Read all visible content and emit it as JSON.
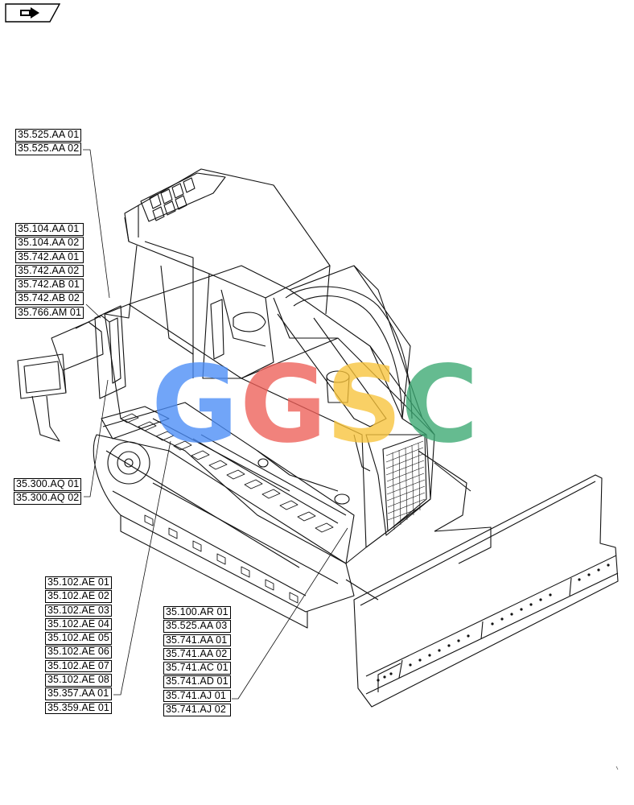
{
  "navigation": {
    "icon": "arrow-right-icon"
  },
  "watermark": {
    "letters": [
      "G",
      "G",
      "S",
      "C"
    ],
    "colors": [
      "#4a8cf7",
      "#ee5f58",
      "#f8c33a",
      "#3aa872"
    ]
  },
  "callouts": {
    "group_a": [
      "35.525.AA 01",
      "35.525.AA 02"
    ],
    "group_b": [
      "35.104.AA 01",
      "35.104.AA 02",
      "35.742.AA 01",
      "35.742.AA 02",
      "35.742.AB 01",
      "35.742.AB 02",
      "35.766.AM 01"
    ],
    "group_c": [
      "35.300.AQ 01",
      "35.300.AQ 02"
    ],
    "group_d": [
      "35.102.AE 01",
      "35.102.AE 02",
      "35.102.AE 03",
      "35.102.AE 04",
      "35.102.AE 05",
      "35.102.AE 06",
      "35.102.AE 07",
      "35.102.AE 08",
      "35.357.AA 01",
      "35.359.AE 01"
    ],
    "group_e": [
      "35.100.AR 01",
      "35.525.AA 03",
      "35.741.AA 01",
      "35.741.AA 02",
      "35.741.AC 01",
      "35.741.AD 01",
      "35.741.AJ 01",
      "35.741.AJ 02"
    ]
  }
}
